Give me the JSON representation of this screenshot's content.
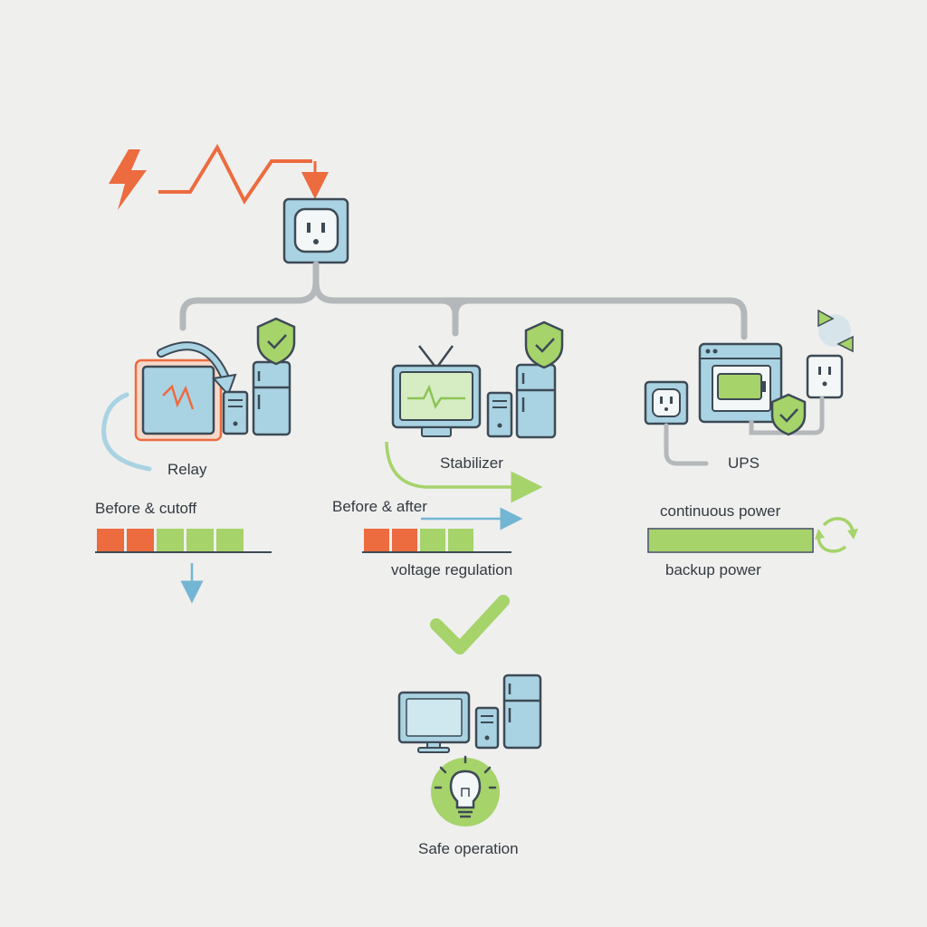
{
  "relay": {
    "title": "Relay",
    "caption": "Before & cutoff"
  },
  "stabilizer": {
    "title": "Stabilizer",
    "caption": "Before & after",
    "detail": "voltage regulation"
  },
  "ups": {
    "title": "UPS",
    "caption": "continuous power",
    "detail": "backup power"
  },
  "result": {
    "caption": "Safe operation"
  },
  "bars": {
    "relay_segments": [
      "#ec6b3f",
      "#ec6b3f",
      "#a6d36a",
      "#a6d36a",
      "#a6d36a"
    ],
    "stabilizer_segments": [
      "#ec6b3f",
      "#ec6b3f",
      "#a6d36a",
      "#a6d36a"
    ],
    "ups_level": 1.0
  },
  "colors": {
    "surge": "#ec6b3f",
    "ok": "#a6d36a",
    "device_fill": "#a9d3e2",
    "stroke": "#3d4a55",
    "wire": "#b4b8bb",
    "arrow_blue": "#73b6d3"
  }
}
